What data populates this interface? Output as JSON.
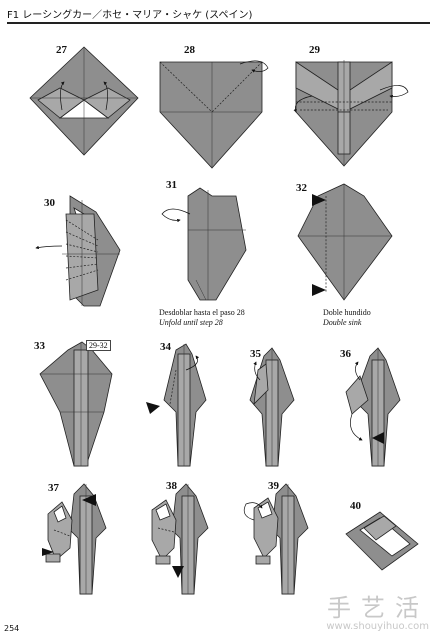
{
  "header": {
    "title": "F1 レーシングカー／ホセ・マリア・シャケ (スペイン)"
  },
  "steps": [
    {
      "num": "27"
    },
    {
      "num": "28"
    },
    {
      "num": "29"
    },
    {
      "num": "30"
    },
    {
      "num": "31"
    },
    {
      "num": "32"
    },
    {
      "num": "33"
    },
    {
      "num": "34"
    },
    {
      "num": "35"
    },
    {
      "num": "36"
    },
    {
      "num": "37"
    },
    {
      "num": "38"
    },
    {
      "num": "39"
    },
    {
      "num": "40"
    }
  ],
  "captions": {
    "step31": {
      "es": "Desdoblar hasta el paso 28",
      "en": "Unfold until step 28"
    },
    "step32": {
      "es": "Doble hundido",
      "en": "Double sink"
    }
  },
  "ref_label": "29-32",
  "page_number": "254",
  "watermark": {
    "chars": "手艺活",
    "url": "www.shouyihuo.com"
  }
}
